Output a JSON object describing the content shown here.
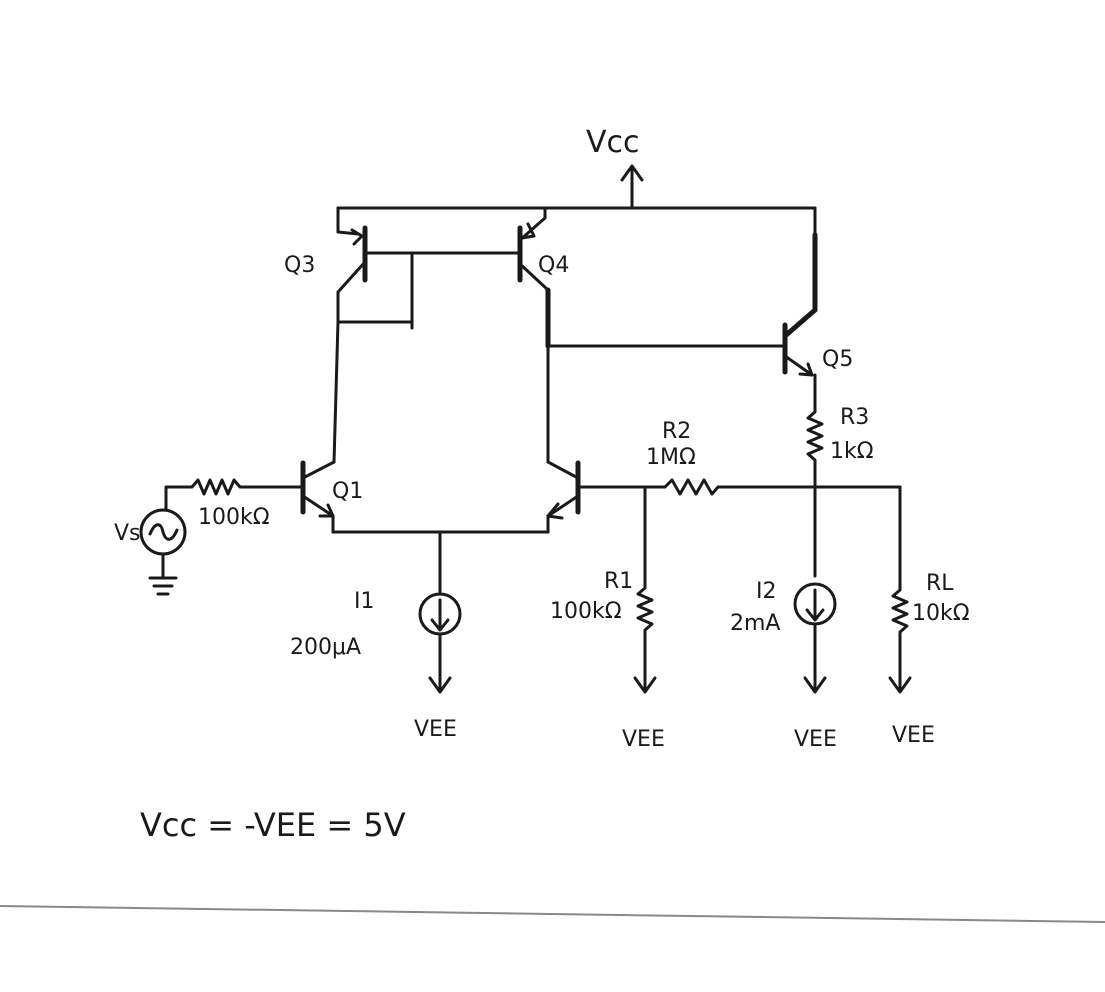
{
  "supply": {
    "vcc": "Vcc",
    "vee_labels": [
      "VEE",
      "VEE",
      "VEE",
      "VEE"
    ],
    "equation": "Vcc = -VEE = 5V"
  },
  "transistors": {
    "q1": "Q1",
    "q3": "Q3",
    "q4": "Q4",
    "q5": "Q5"
  },
  "source": {
    "name": "Vs",
    "resistor_value": "100kΩ"
  },
  "resistors": {
    "r1_name": "R1",
    "r1_value": "100kΩ",
    "r2_name": "R2",
    "r2_value": "1MΩ",
    "r3_name": "R3",
    "r3_value": "1kΩ",
    "rl_name": "RL",
    "rl_value": "10kΩ"
  },
  "current_sources": {
    "i1_name": "I1",
    "i1_value": "200μA",
    "i2_name": "I2",
    "i2_value": "2mA"
  }
}
